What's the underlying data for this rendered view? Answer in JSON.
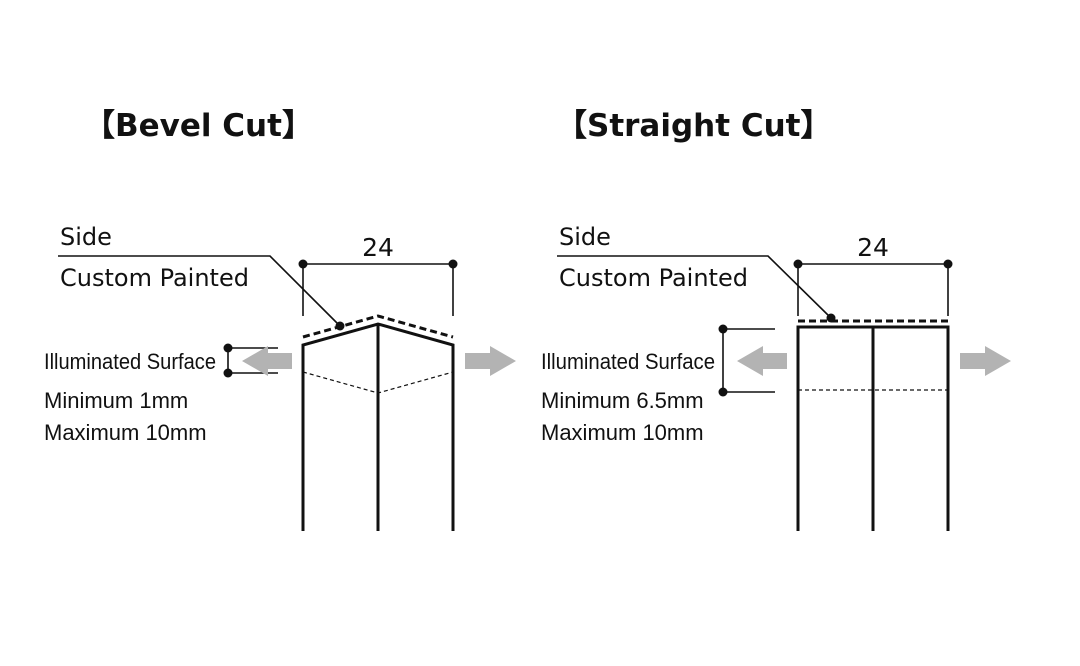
{
  "colors": {
    "ink": "#111111",
    "arrow": "#b3b3b3",
    "background": "#ffffff"
  },
  "bevel": {
    "title": "【Bevel Cut】",
    "side_label": "Side",
    "painted_label": "Custom Painted",
    "dimension": "24",
    "surface_label": "Illuminated Surface",
    "minimum": "Minimum 1mm",
    "maximum": "Maximum 10mm"
  },
  "straight": {
    "title": "【Straight Cut】",
    "side_label": "Side",
    "painted_label": "Custom Painted",
    "dimension": "24",
    "surface_label": "Illuminated Surface",
    "minimum": "Minimum 6.5mm",
    "maximum": "Maximum 10mm"
  }
}
